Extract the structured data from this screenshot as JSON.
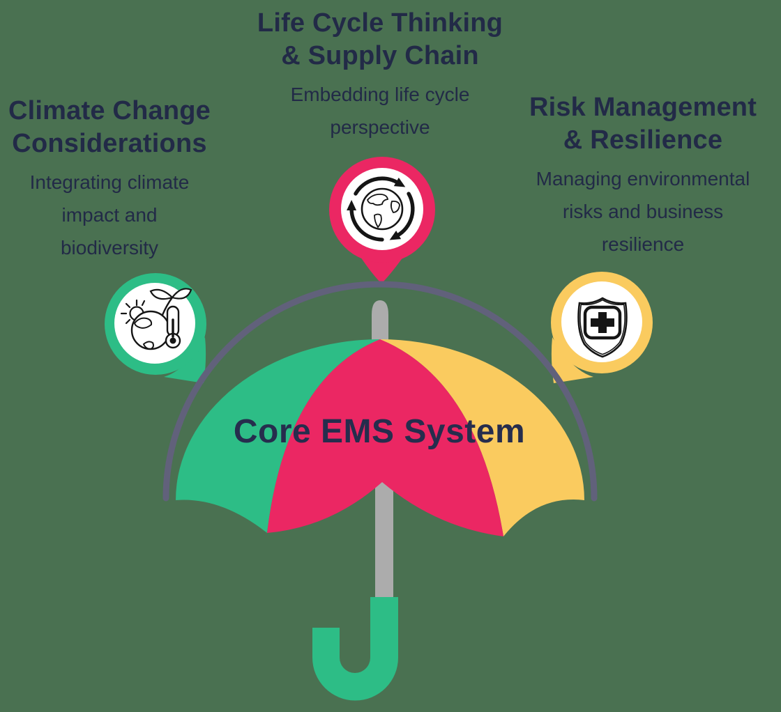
{
  "background_color": "#4A7151",
  "palette": {
    "green": "#2DBD86",
    "pink": "#EB2763",
    "yellow": "#FACB5F",
    "navy_text": "#222A47",
    "arc_slate": "#61617B",
    "pole_gray": "#ACACAC",
    "icon_black": "#151515",
    "white": "#FFFFFF"
  },
  "umbrella": {
    "label": "Core EMS System",
    "panel_colors": [
      "#2DBD86",
      "#EB2763",
      "#FACB5F"
    ]
  },
  "nodes": [
    {
      "id": "climate-change",
      "title_lines": [
        "Climate Change",
        "Considerations"
      ],
      "desc_lines": [
        "Integrating climate",
        "impact and",
        "biodiversity"
      ],
      "icon": "earth-plant-thermometer-icon",
      "bubble_color": "#2DBD86"
    },
    {
      "id": "life-cycle",
      "title_lines": [
        "Life Cycle Thinking",
        "& Supply Chain"
      ],
      "desc_lines": [
        "Embedding life cycle",
        "perspective"
      ],
      "icon": "globe-recycle-arrows-icon",
      "bubble_color": "#EB2763"
    },
    {
      "id": "risk-management",
      "title_lines": [
        "Risk Management",
        "& Resilience"
      ],
      "desc_lines": [
        "Managing environmental",
        "risks and business",
        "resilience"
      ],
      "icon": "shield-medical-cross-icon",
      "bubble_color": "#FACB5F"
    }
  ]
}
